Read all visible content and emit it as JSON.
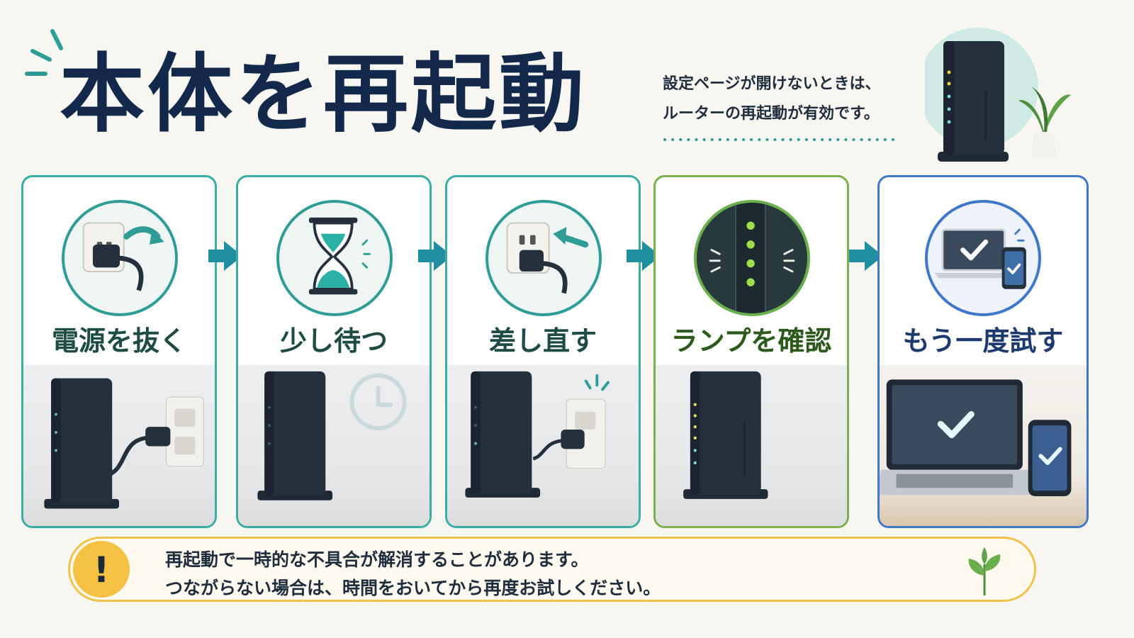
{
  "title": "本体を再起動",
  "subtitle": {
    "line1": "設定ページが開けないときは、",
    "line2": "ルーターの再起動が有効です。"
  },
  "steps": [
    {
      "label": "電源を抜く",
      "icon": "plug-unplug-icon"
    },
    {
      "label": "少し待つ",
      "icon": "hourglass-icon"
    },
    {
      "label": "差し直す",
      "icon": "plug-insert-icon"
    },
    {
      "label": "ランプを確認",
      "icon": "router-lamp-icon"
    },
    {
      "label": "もう一度試す",
      "icon": "laptop-phone-check-icon"
    }
  ],
  "notice": {
    "icon": "exclamation-icon",
    "mark": "!",
    "line1": "再起動で一時的な不具合が解消することがあります。",
    "line2": "つながらない場合は、時間をおいてから再度お試しください。"
  },
  "colors": {
    "navy": "#13294b",
    "teal": "#2f9d96",
    "green": "#6ab04c",
    "blue": "#3f78c9",
    "yellow": "#f5c143"
  }
}
